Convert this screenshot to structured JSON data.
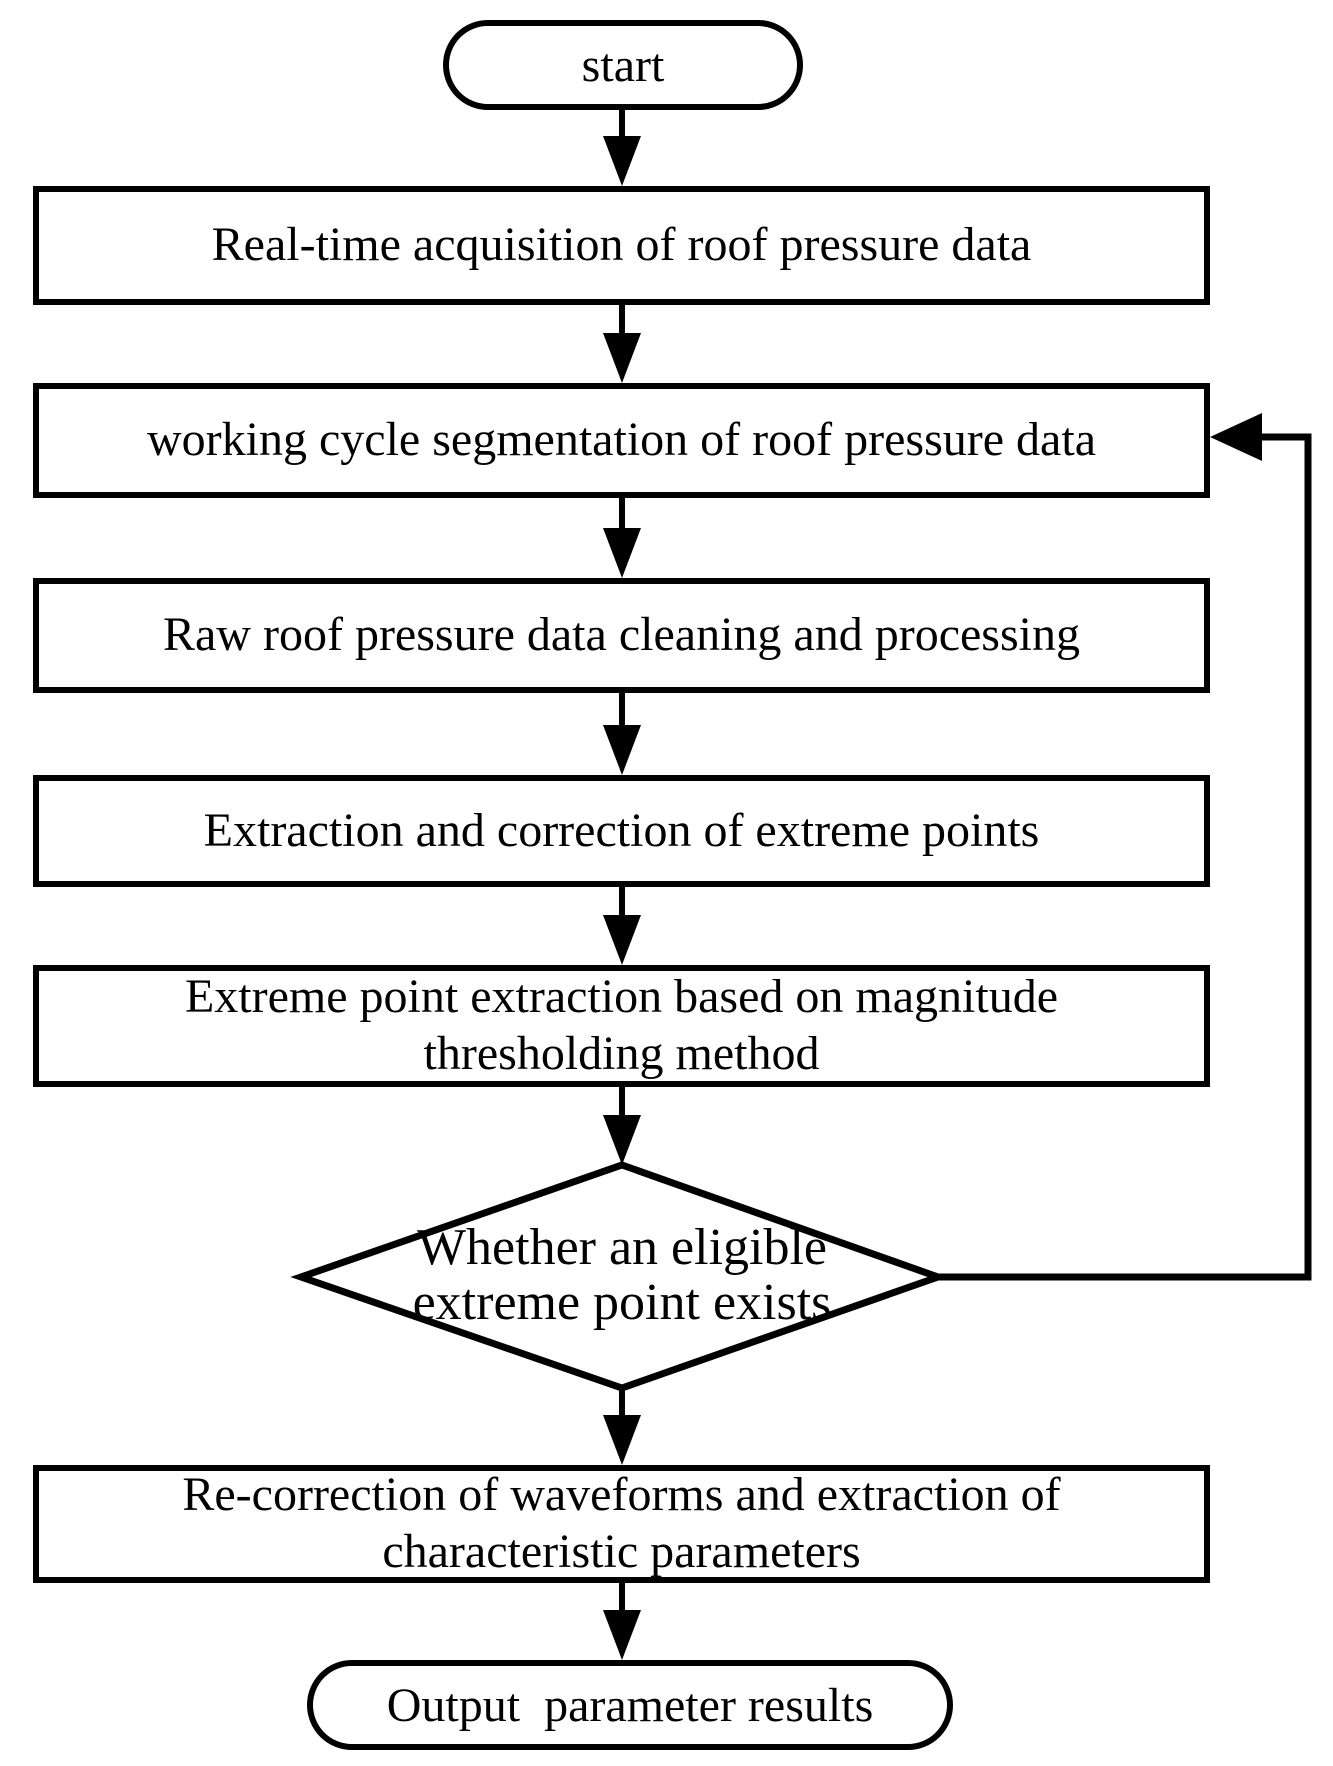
{
  "figure": {
    "type": "flowchart",
    "background_color": "#ffffff",
    "stroke_color": "#000000",
    "node_fill_color": "#ffffff",
    "text_color": "#000000"
  },
  "nodes": {
    "start": {
      "label": "start",
      "shape": "terminator"
    },
    "acquisition": {
      "label": "Real-time acquisition of roof pressure data",
      "shape": "process"
    },
    "segmentation": {
      "label": "working cycle segmentation of roof pressure data",
      "shape": "process"
    },
    "cleaning": {
      "label": "Raw roof pressure data cleaning and processing",
      "shape": "process"
    },
    "extract_correct": {
      "label": "Extraction and correction of extreme points",
      "shape": "process"
    },
    "threshold": {
      "label": "Extreme point extraction based on magnitude\nthresholding method",
      "shape": "process"
    },
    "decision": {
      "label": "Whether an eligible\nextreme point exists",
      "shape": "decision"
    },
    "recorrection": {
      "label": "Re-correction of waveforms and extraction of\ncharacteristic parameters",
      "shape": "process"
    },
    "output": {
      "label": "Output  parameter results",
      "shape": "terminator"
    }
  },
  "edges": [
    {
      "from": "start",
      "to": "acquisition",
      "label": ""
    },
    {
      "from": "acquisition",
      "to": "segmentation",
      "label": ""
    },
    {
      "from": "segmentation",
      "to": "cleaning",
      "label": ""
    },
    {
      "from": "cleaning",
      "to": "extract_correct",
      "label": ""
    },
    {
      "from": "extract_correct",
      "to": "threshold",
      "label": ""
    },
    {
      "from": "threshold",
      "to": "decision",
      "label": ""
    },
    {
      "from": "decision",
      "to": "recorrection",
      "label": ""
    },
    {
      "from": "recorrection",
      "to": "output",
      "label": ""
    },
    {
      "from": "decision",
      "to": "segmentation",
      "label": "",
      "route": "right-side-feedback-loop"
    }
  ]
}
